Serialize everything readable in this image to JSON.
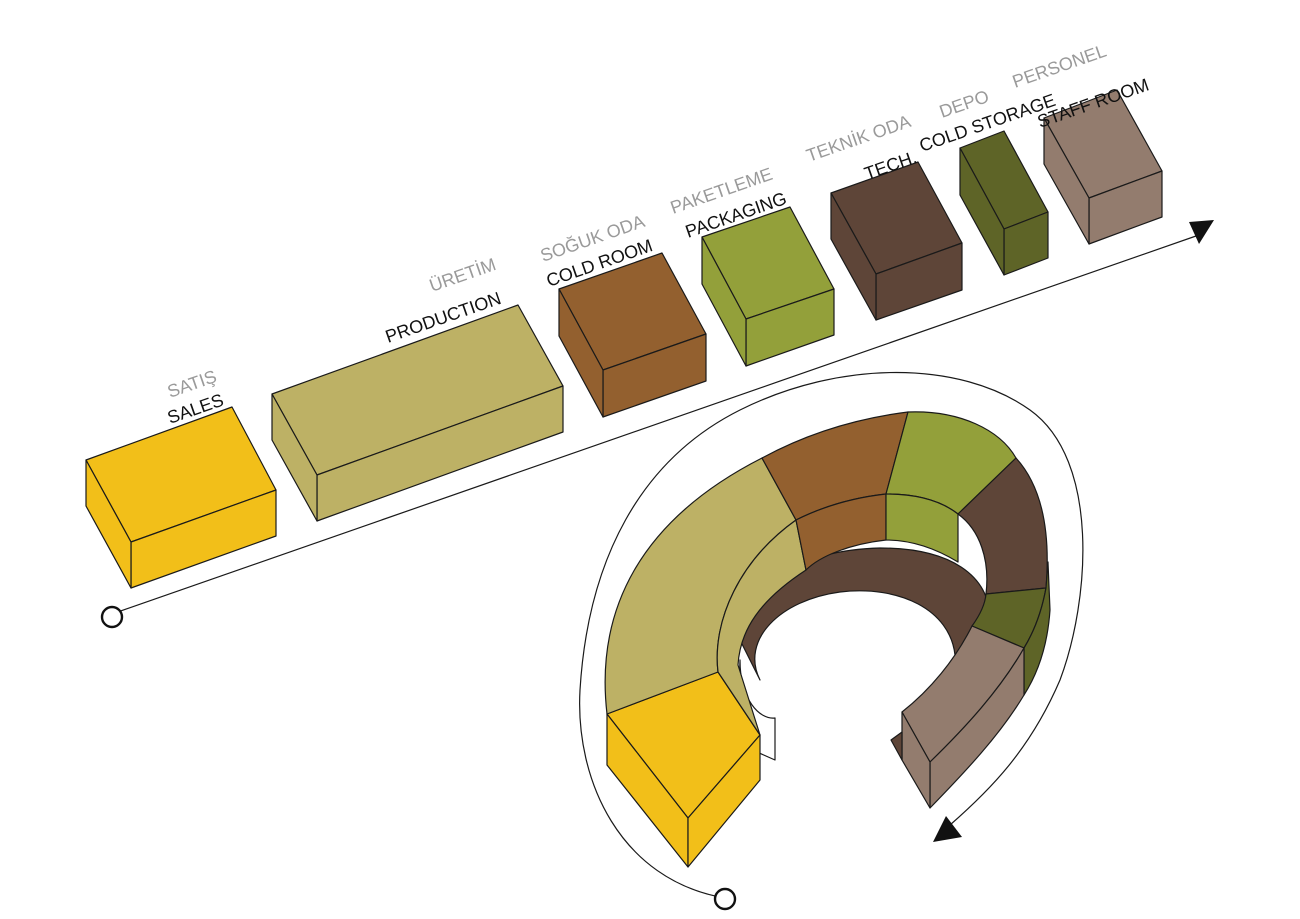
{
  "colors": {
    "sales": "#F2BF19",
    "production": "#BDB165",
    "cold_room": "#93602F",
    "packaging": "#93A03A",
    "tech": "#5E4538",
    "cold_storage": "#5E6427",
    "staff_room": "#937C6E",
    "line": "#111111"
  },
  "spaces": [
    {
      "key": "sales",
      "label_tr": "SATIŞ",
      "label_en": "SALES"
    },
    {
      "key": "production",
      "label_tr": "ÜRETİM",
      "label_en": "PRODUCTION"
    },
    {
      "key": "cold_room",
      "label_tr": "SOĞUK ODA",
      "label_en": "COLD ROOM"
    },
    {
      "key": "packaging",
      "label_tr": "PAKETLEME",
      "label_en": "PACKAGING"
    },
    {
      "key": "tech",
      "label_tr": "TEKNİK ODA",
      "label_en": "TECH."
    },
    {
      "key": "cold_storage",
      "label_tr": "DEPO",
      "label_en": "COLD STORAGE"
    },
    {
      "key": "staff_room",
      "label_tr": "PERSONEL",
      "label_en": "STAFF ROOM"
    }
  ]
}
